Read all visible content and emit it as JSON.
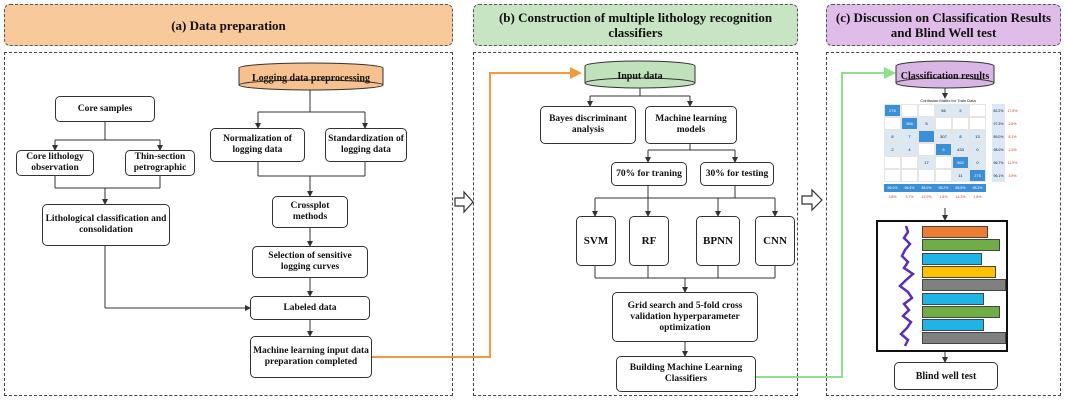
{
  "headers": {
    "a": "(a) Data preparation",
    "b": "(b) Construction of multiple lithology recognition classifiers",
    "c": "(c) Discussion on Classification Results and Blind Well test"
  },
  "colors": {
    "header_a": "#f8c99b",
    "header_b": "#c8e5c3",
    "header_c": "#e0bde8",
    "db_a": "#f7c08f",
    "db_b": "#bfe2ba",
    "db_c": "#d9b6e3",
    "arrow_orange": "#f49a3c",
    "arrow_green": "#8fe08a"
  },
  "panel_a": {
    "db_label": "Logging data preprocessing",
    "core_samples": "Core samples",
    "core_lithology": "Core lithology observation",
    "thin_section": "Thin-section petrographic",
    "lithological": "Lithological classification and consolidation",
    "normalization": "Normalization of logging data",
    "standardization": "Standardization of logging data",
    "crossplot": "Crossplot methods",
    "selection": "Selection of sensitive logging curves",
    "labeled": "Labeled data",
    "ml_input": "Machine learning input data preparation completed"
  },
  "panel_b": {
    "db_label": "Input data",
    "bayes": "Bayes discriminant analysis",
    "ml_models": "Machine learning models",
    "training": "70% for traning",
    "testing": "30% for testing",
    "svm": "SVM",
    "rf": "RF",
    "bpnn": "BPNN",
    "cnn": "CNN",
    "grid": "Grid search and 5-fold cross validation hyperparameter optimization",
    "building": "Building Machine Learning Classifiers"
  },
  "panel_c": {
    "db_label": "Classification results",
    "cm_title": "Confusion Matrix for Train Data",
    "blind": "Blind well test",
    "cm_values": [
      [
        "276",
        "",
        "",
        "56",
        "2",
        ""
      ],
      [
        "",
        "366",
        "5",
        "",
        "",
        ""
      ],
      [
        "8",
        "7",
        "",
        "307",
        "8",
        "13"
      ],
      [
        "2",
        "4",
        "",
        "8",
        "433",
        "0"
      ],
      [
        "",
        "",
        "17",
        "",
        "562",
        "0"
      ],
      [
        "",
        "",
        "",
        "",
        "11",
        "275"
      ]
    ],
    "cm_right": [
      "82.2%",
      "97.3%",
      "89.0%",
      "98.0%",
      "96.7%",
      "96.1%"
    ],
    "cm_right2": [
      "17.8%",
      "2.6%",
      "8.1%",
      "2.0%",
      "11.9%",
      "3.9%"
    ],
    "cm_bottom": [
      "96.0%",
      "96.5%",
      "88.0%",
      "98.2%",
      "85.8%",
      "98.2%"
    ],
    "cm_bottom2": [
      "3.8%",
      "3.7%",
      "12.0%",
      "1.8%",
      "14.2%",
      "1.8%"
    ],
    "bar_colors": [
      "#ed7d31",
      "#70ad47",
      "#1fb4e8",
      "#ffc000",
      "#808080",
      "#1fb4e8",
      "#70ad47",
      "#1fb4e8",
      "#808080"
    ]
  }
}
